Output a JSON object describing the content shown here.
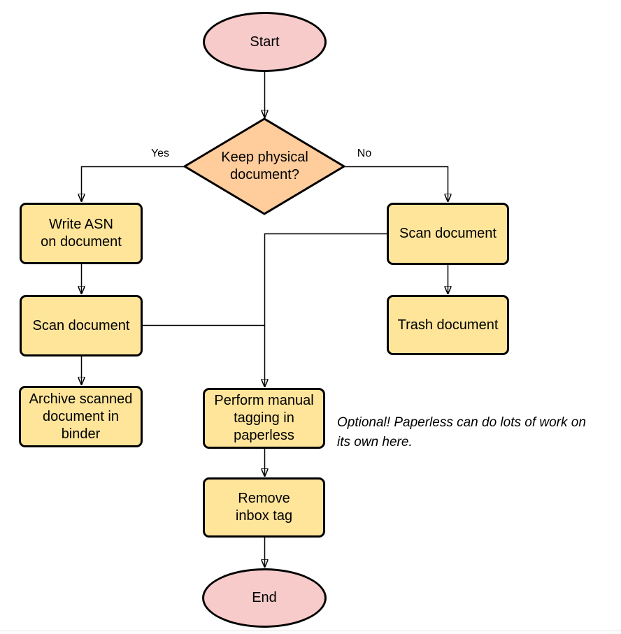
{
  "colors": {
    "terminator_fill": "#f8cbcb",
    "decision_fill": "#ffcc9c",
    "process_fill": "#ffe59a",
    "shape_stroke": "#000000",
    "edge_stroke": "#000000"
  },
  "nodes": {
    "start": "Start",
    "decision": "Keep physical\ndocument?",
    "write_asn": "Write ASN\non document",
    "scan_left": "Scan document",
    "archive": "Archive scanned\ndocument in\nbinder",
    "scan_right": "Scan document",
    "trash": "Trash document",
    "tagging": "Perform manual\ntagging in\npaperless",
    "remove_inbox": "Remove\ninbox tag",
    "end": "End"
  },
  "edge_labels": {
    "yes": "Yes",
    "no": "No"
  },
  "annotation": {
    "text": "Optional! Paperless can do lots of work on\nits own here."
  }
}
